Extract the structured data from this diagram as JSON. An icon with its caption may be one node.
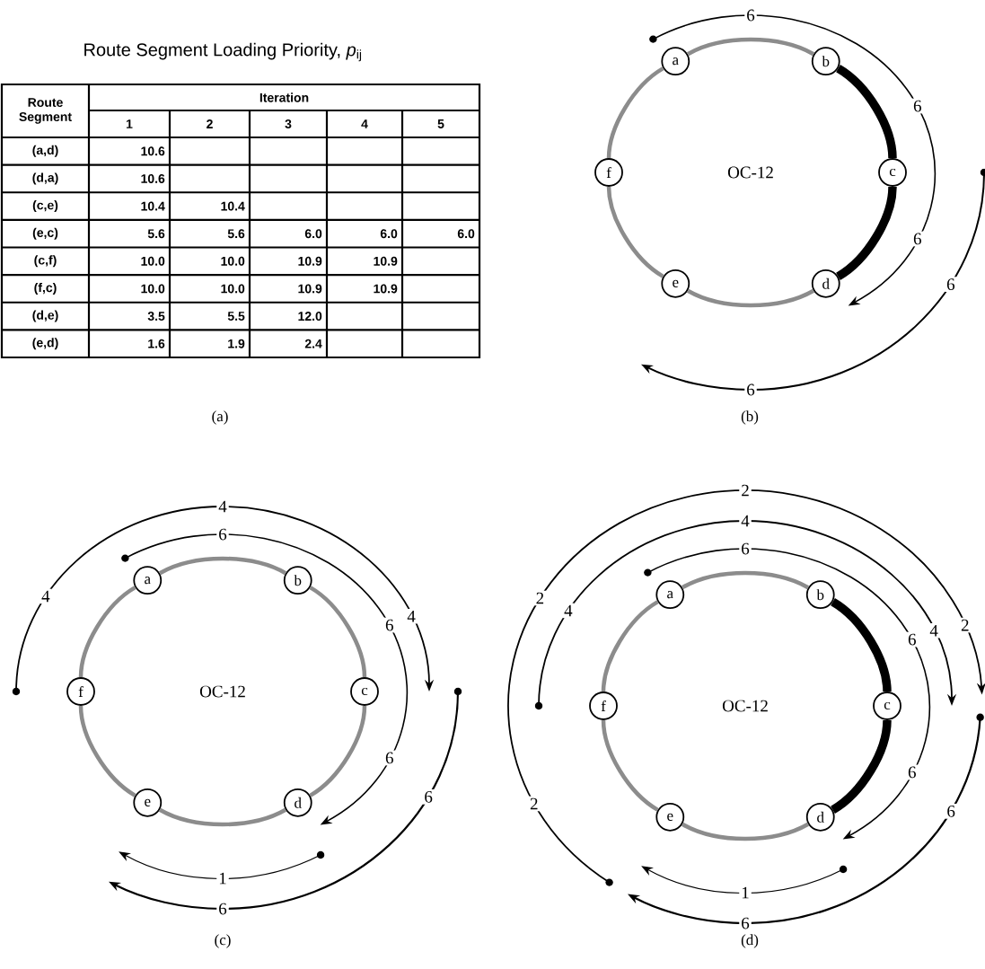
{
  "diagram": {
    "title": "Route Segment Loading Priority, *p*$_{ij}$",
    "nodes": [
      {
        "text": [
          "a"
        ]
      },
      {
        "text": [
          "b"
        ]
      },
      {
        "text": [
          "c"
        ]
      },
      {
        "text": [
          "d"
        ]
      },
      {
        "text": [
          "e"
        ]
      },
      {
        "text": [
          "f"
        ]
      },
      {
        "text": [
          "a"
        ]
      },
      {
        "text": [
          "b"
        ]
      },
      {
        "text": [
          "c"
        ]
      },
      {
        "text": [
          "d"
        ]
      },
      {
        "text": [
          "e"
        ]
      },
      {
        "text": [
          "f"
        ]
      },
      {
        "text": [
          "a"
        ]
      },
      {
        "text": [
          "b"
        ]
      },
      {
        "text": [
          "c"
        ]
      },
      {
        "text": [
          "d"
        ]
      },
      {
        "text": [
          "e"
        ]
      },
      {
        "text": [
          "f"
        ]
      }
    ],
    "edges": [
      {
        "from": 0,
        "to": 1,
        "arrow": "none"
      },
      {
        "from": 1,
        "to": 2,
        "arrow": "none",
        "style": "thick",
        "color": "#000000"
      },
      {
        "from": 2,
        "to": 3,
        "arrow": "none",
        "style": "thick",
        "color": "#000000"
      },
      {
        "from": 3,
        "to": 4,
        "arrow": "none"
      },
      {
        "from": 4,
        "to": 5,
        "arrow": "none"
      },
      {
        "from": 5,
        "to": 0,
        "arrow": "none"
      },
      {
        "from": 6,
        "to": 7,
        "arrow": "none"
      },
      {
        "from": 7,
        "to": 8,
        "arrow": "none"
      },
      {
        "from": 8,
        "to": 9,
        "arrow": "none"
      },
      {
        "from": 9,
        "to": 10,
        "arrow": "none"
      },
      {
        "from": 10,
        "to": 11,
        "arrow": "none"
      },
      {
        "from": 11,
        "to": 6,
        "arrow": "none"
      },
      {
        "from": 12,
        "to": 13,
        "arrow": "none"
      },
      {
        "from": 13,
        "to": 14,
        "arrow": "none",
        "style": "thick",
        "color": "#000000"
      },
      {
        "from": 14,
        "to": 15,
        "arrow": "none",
        "style": "thick",
        "color": "#000000"
      },
      {
        "from": 15,
        "to": 16,
        "arrow": "none"
      },
      {
        "from": 16,
        "to": 17,
        "arrow": "none"
      },
      {
        "from": 17,
        "to": 12,
        "arrow": "none"
      }
    ],
    "labels": [
      "Route Segment",
      "Iteration",
      "1",
      "2",
      "3",
      "4",
      "5",
      "(a,d)",
      "10.6",
      "(d,a)",
      "10.6",
      "(c,e)",
      "10.4",
      "10.4",
      "(e,c)",
      "5.6",
      "5.6",
      "6.0",
      "6.0",
      "6.0",
      "(c,f)",
      "10.0",
      "10.0",
      "10.9",
      "10.9",
      "(f,c)",
      "10.0",
      "10.0",
      "10.9",
      "10.9",
      "(d,e)",
      "3.5",
      "5.5",
      "12.0",
      "(e,d)",
      "1.6",
      "1.9",
      "2.4",
      "(a)",
      "OC-12",
      "6",
      "6",
      "6",
      "6",
      "6",
      "(b)",
      "OC-12",
      "4",
      "4",
      "4",
      "6",
      "6",
      "6",
      "6",
      "1",
      "6",
      "(c)",
      "OC-12",
      "2",
      "2",
      "2",
      "2",
      "4",
      "4",
      "4",
      "6",
      "6",
      "6",
      "6",
      "1",
      "6",
      "(d)"
    ]
  }
}
